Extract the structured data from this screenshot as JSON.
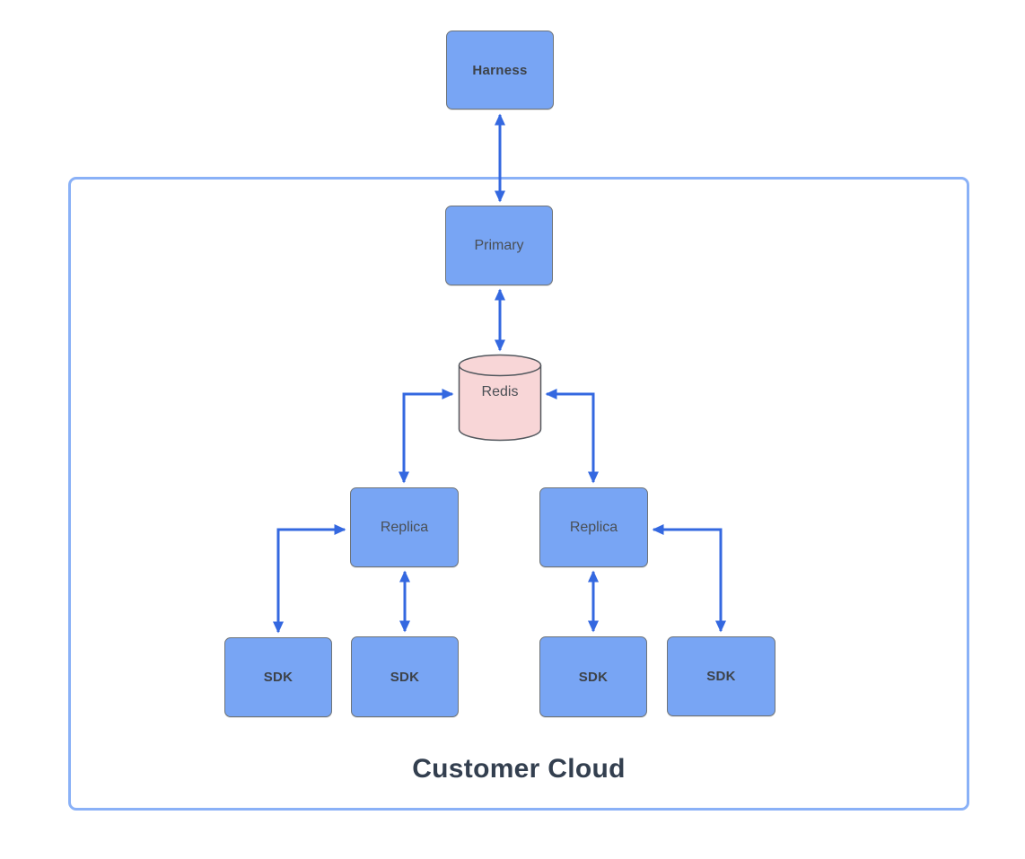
{
  "diagram": {
    "type": "architecture-flow-diagram",
    "container": {
      "label": "Customer Cloud"
    },
    "nodes": {
      "harness": {
        "label": "Harness",
        "shape": "rect",
        "bold": true,
        "inside_container": false
      },
      "primary": {
        "label": "Primary",
        "shape": "rect",
        "bold": false,
        "inside_container": true
      },
      "redis": {
        "label": "Redis",
        "shape": "cylinder",
        "bold": false,
        "inside_container": true
      },
      "replica_left": {
        "label": "Replica",
        "shape": "rect",
        "bold": false,
        "inside_container": true
      },
      "replica_right": {
        "label": "Replica",
        "shape": "rect",
        "bold": false,
        "inside_container": true
      },
      "sdk_1": {
        "label": "SDK",
        "shape": "rect",
        "bold": true,
        "inside_container": true
      },
      "sdk_2": {
        "label": "SDK",
        "shape": "rect",
        "bold": true,
        "inside_container": true
      },
      "sdk_3": {
        "label": "SDK",
        "shape": "rect",
        "bold": true,
        "inside_container": true
      },
      "sdk_4": {
        "label": "SDK",
        "shape": "rect",
        "bold": true,
        "inside_container": true
      }
    },
    "edges": [
      {
        "from": "harness",
        "to": "primary",
        "direction": "bidirectional",
        "route": "straight-vertical"
      },
      {
        "from": "primary",
        "to": "redis",
        "direction": "bidirectional",
        "route": "straight-vertical"
      },
      {
        "from": "redis",
        "to": "replica_left",
        "direction": "bidirectional",
        "route": "elbow-left-down"
      },
      {
        "from": "redis",
        "to": "replica_right",
        "direction": "bidirectional",
        "route": "elbow-right-down"
      },
      {
        "from": "replica_left",
        "to": "sdk_1",
        "direction": "bidirectional",
        "route": "elbow-left-down"
      },
      {
        "from": "replica_left",
        "to": "sdk_2",
        "direction": "bidirectional",
        "route": "straight-vertical"
      },
      {
        "from": "replica_right",
        "to": "sdk_3",
        "direction": "bidirectional",
        "route": "straight-vertical"
      },
      {
        "from": "replica_right",
        "to": "sdk_4",
        "direction": "bidirectional",
        "route": "elbow-right-down"
      }
    ],
    "colors": {
      "node_fill": "#78a5f4",
      "node_border": "#6e7479",
      "node_text": "#4a4f55",
      "node_text_bold": "#3d4248",
      "redis_fill": "#f8d6d7",
      "redis_border": "#53585e",
      "arrow": "#3468e0",
      "container_border": "#8ab1f7",
      "title_color": "#333f4f",
      "page_bg": "#ffffff"
    }
  }
}
